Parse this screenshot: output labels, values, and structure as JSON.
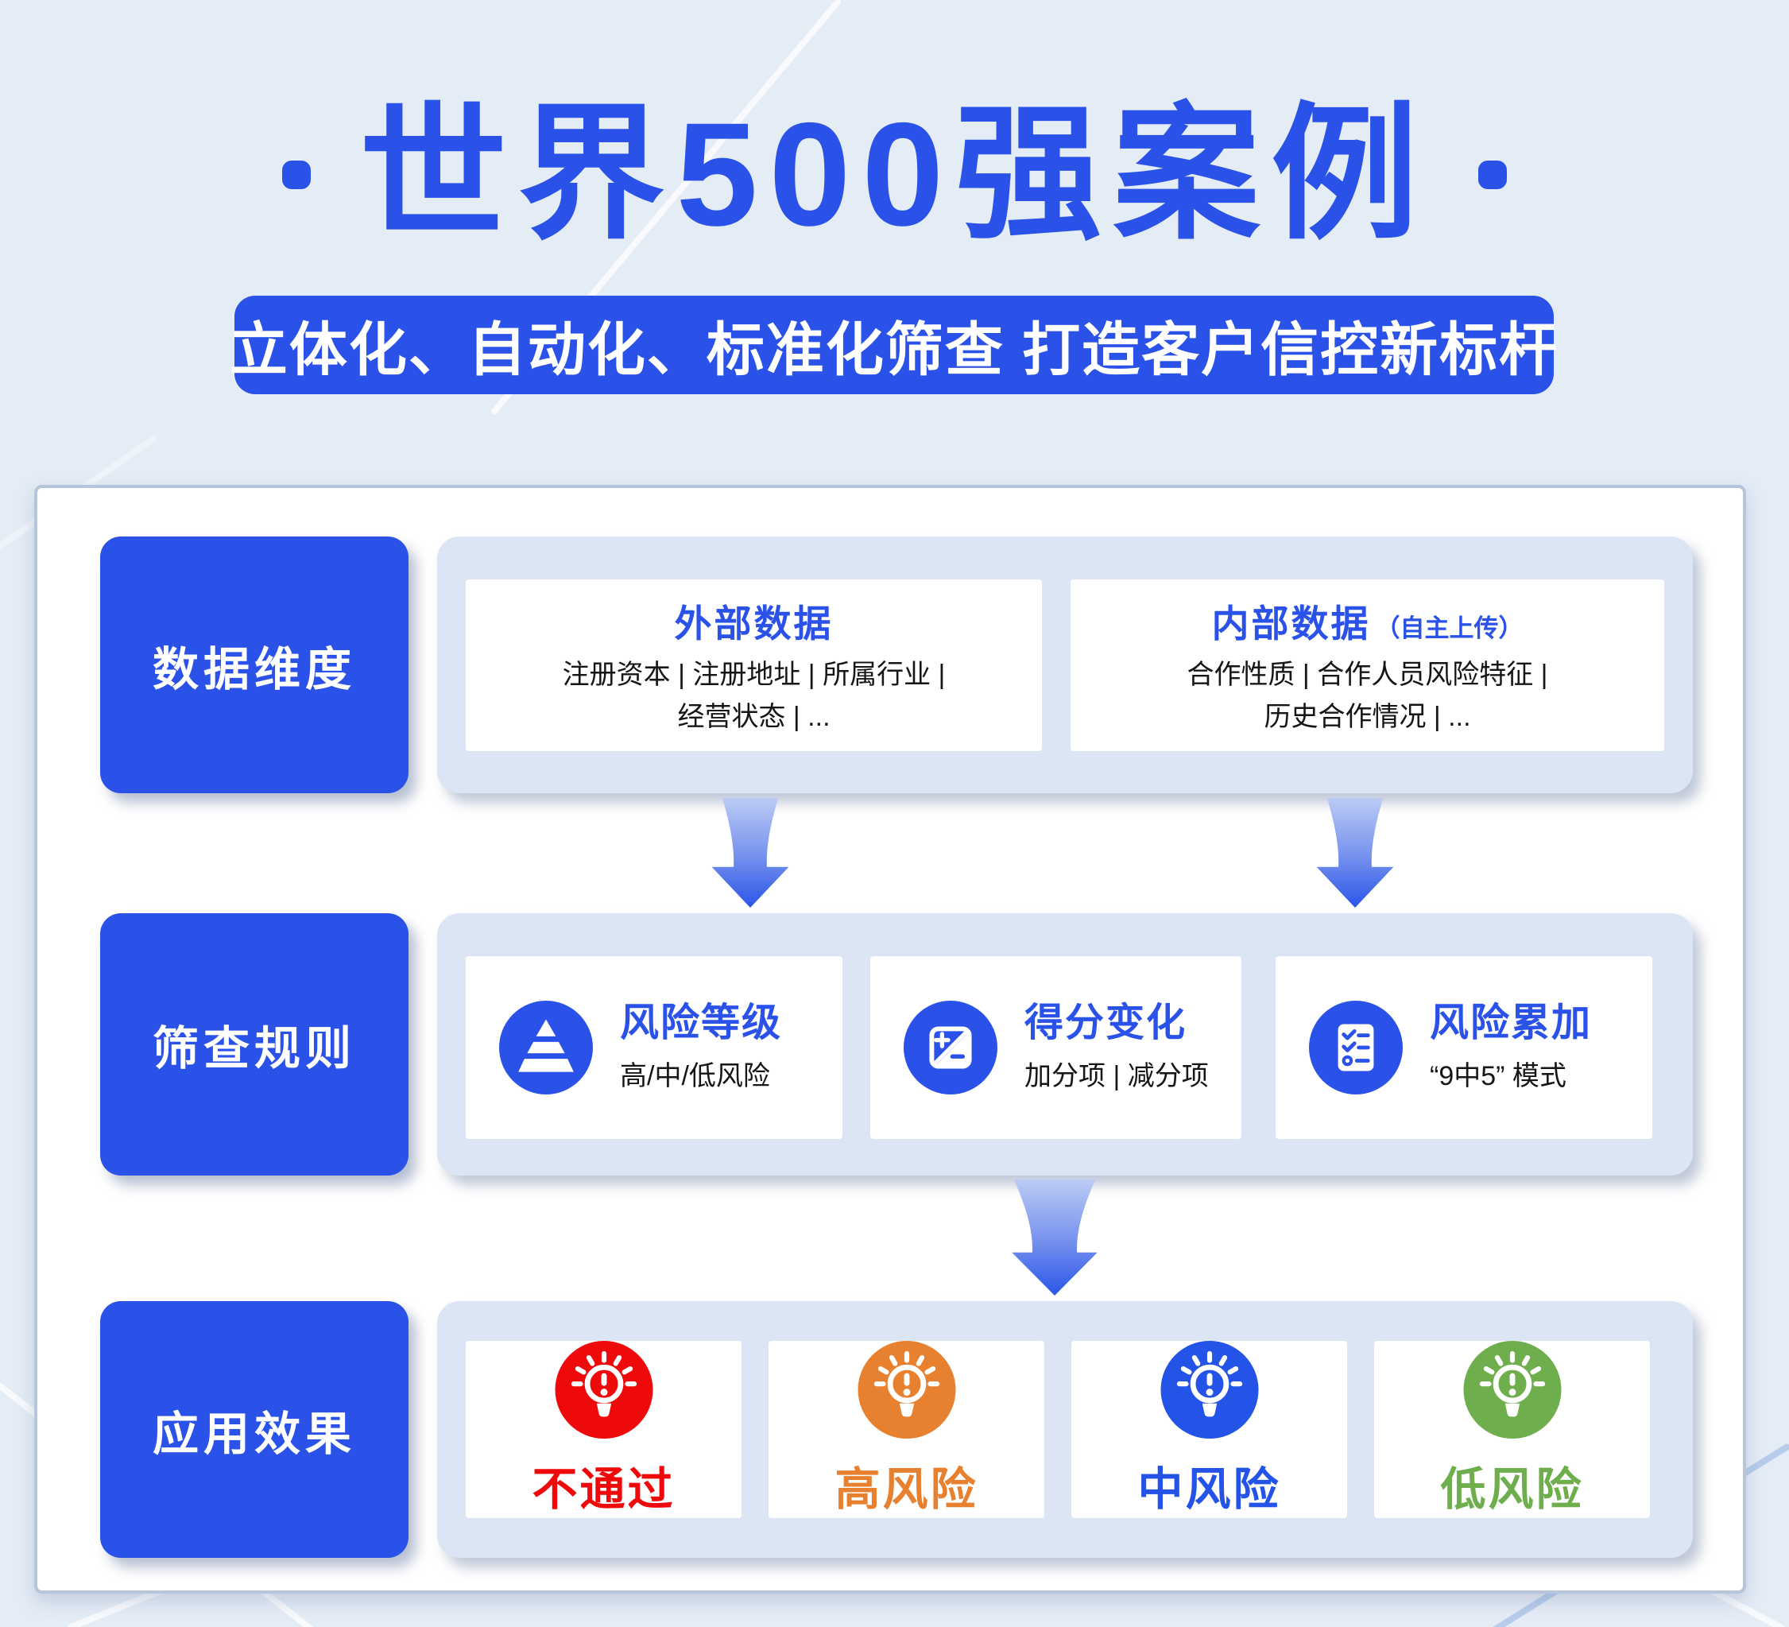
{
  "colors": {
    "primary": "#2b52e8",
    "banner_bg": "#2b52e8",
    "page_bg": "#e4ecf6",
    "panel_bg": "#dbe5f3",
    "card_border": "#b6c5dc",
    "text_dark": "#161616",
    "arrow_light": "#bccbf4",
    "arrow_dark": "#2b55e8"
  },
  "header": {
    "title": "世界500强案例",
    "banner": "立体化、自动化、标准化筛查 打造客户信控新标杆"
  },
  "rows": {
    "data": {
      "label": "数据维度",
      "external": {
        "title": "外部数据",
        "line1": "注册资本 | 注册地址 | 所属行业 |",
        "line2": "经营状态 | ..."
      },
      "internal": {
        "title": "内部数据",
        "note": "（自主上传）",
        "line1": "合作性质 | 合作人员风险特征 |",
        "line2": "历史合作情况 | ..."
      }
    },
    "rules": {
      "label": "筛查规则",
      "cards": [
        {
          "icon": "pyramid-icon",
          "title": "风险等级",
          "subtitle": "高/中/低风险"
        },
        {
          "icon": "plus-minus-icon",
          "title": "得分变化",
          "subtitle": "加分项 | 减分项"
        },
        {
          "icon": "checklist-icon",
          "title": "风险累加",
          "subtitle": "“9中5” 模式"
        }
      ]
    },
    "results": {
      "label": "应用效果",
      "items": [
        {
          "icon": "alert-bulb-icon",
          "label": "不通过",
          "color": "#ee0a0a"
        },
        {
          "icon": "alert-bulb-icon",
          "label": "高风险",
          "color": "#e8812f"
        },
        {
          "icon": "alert-bulb-icon",
          "label": "中风险",
          "color": "#2453e8"
        },
        {
          "icon": "alert-bulb-icon",
          "label": "低风险",
          "color": "#6fae4d"
        }
      ]
    }
  }
}
